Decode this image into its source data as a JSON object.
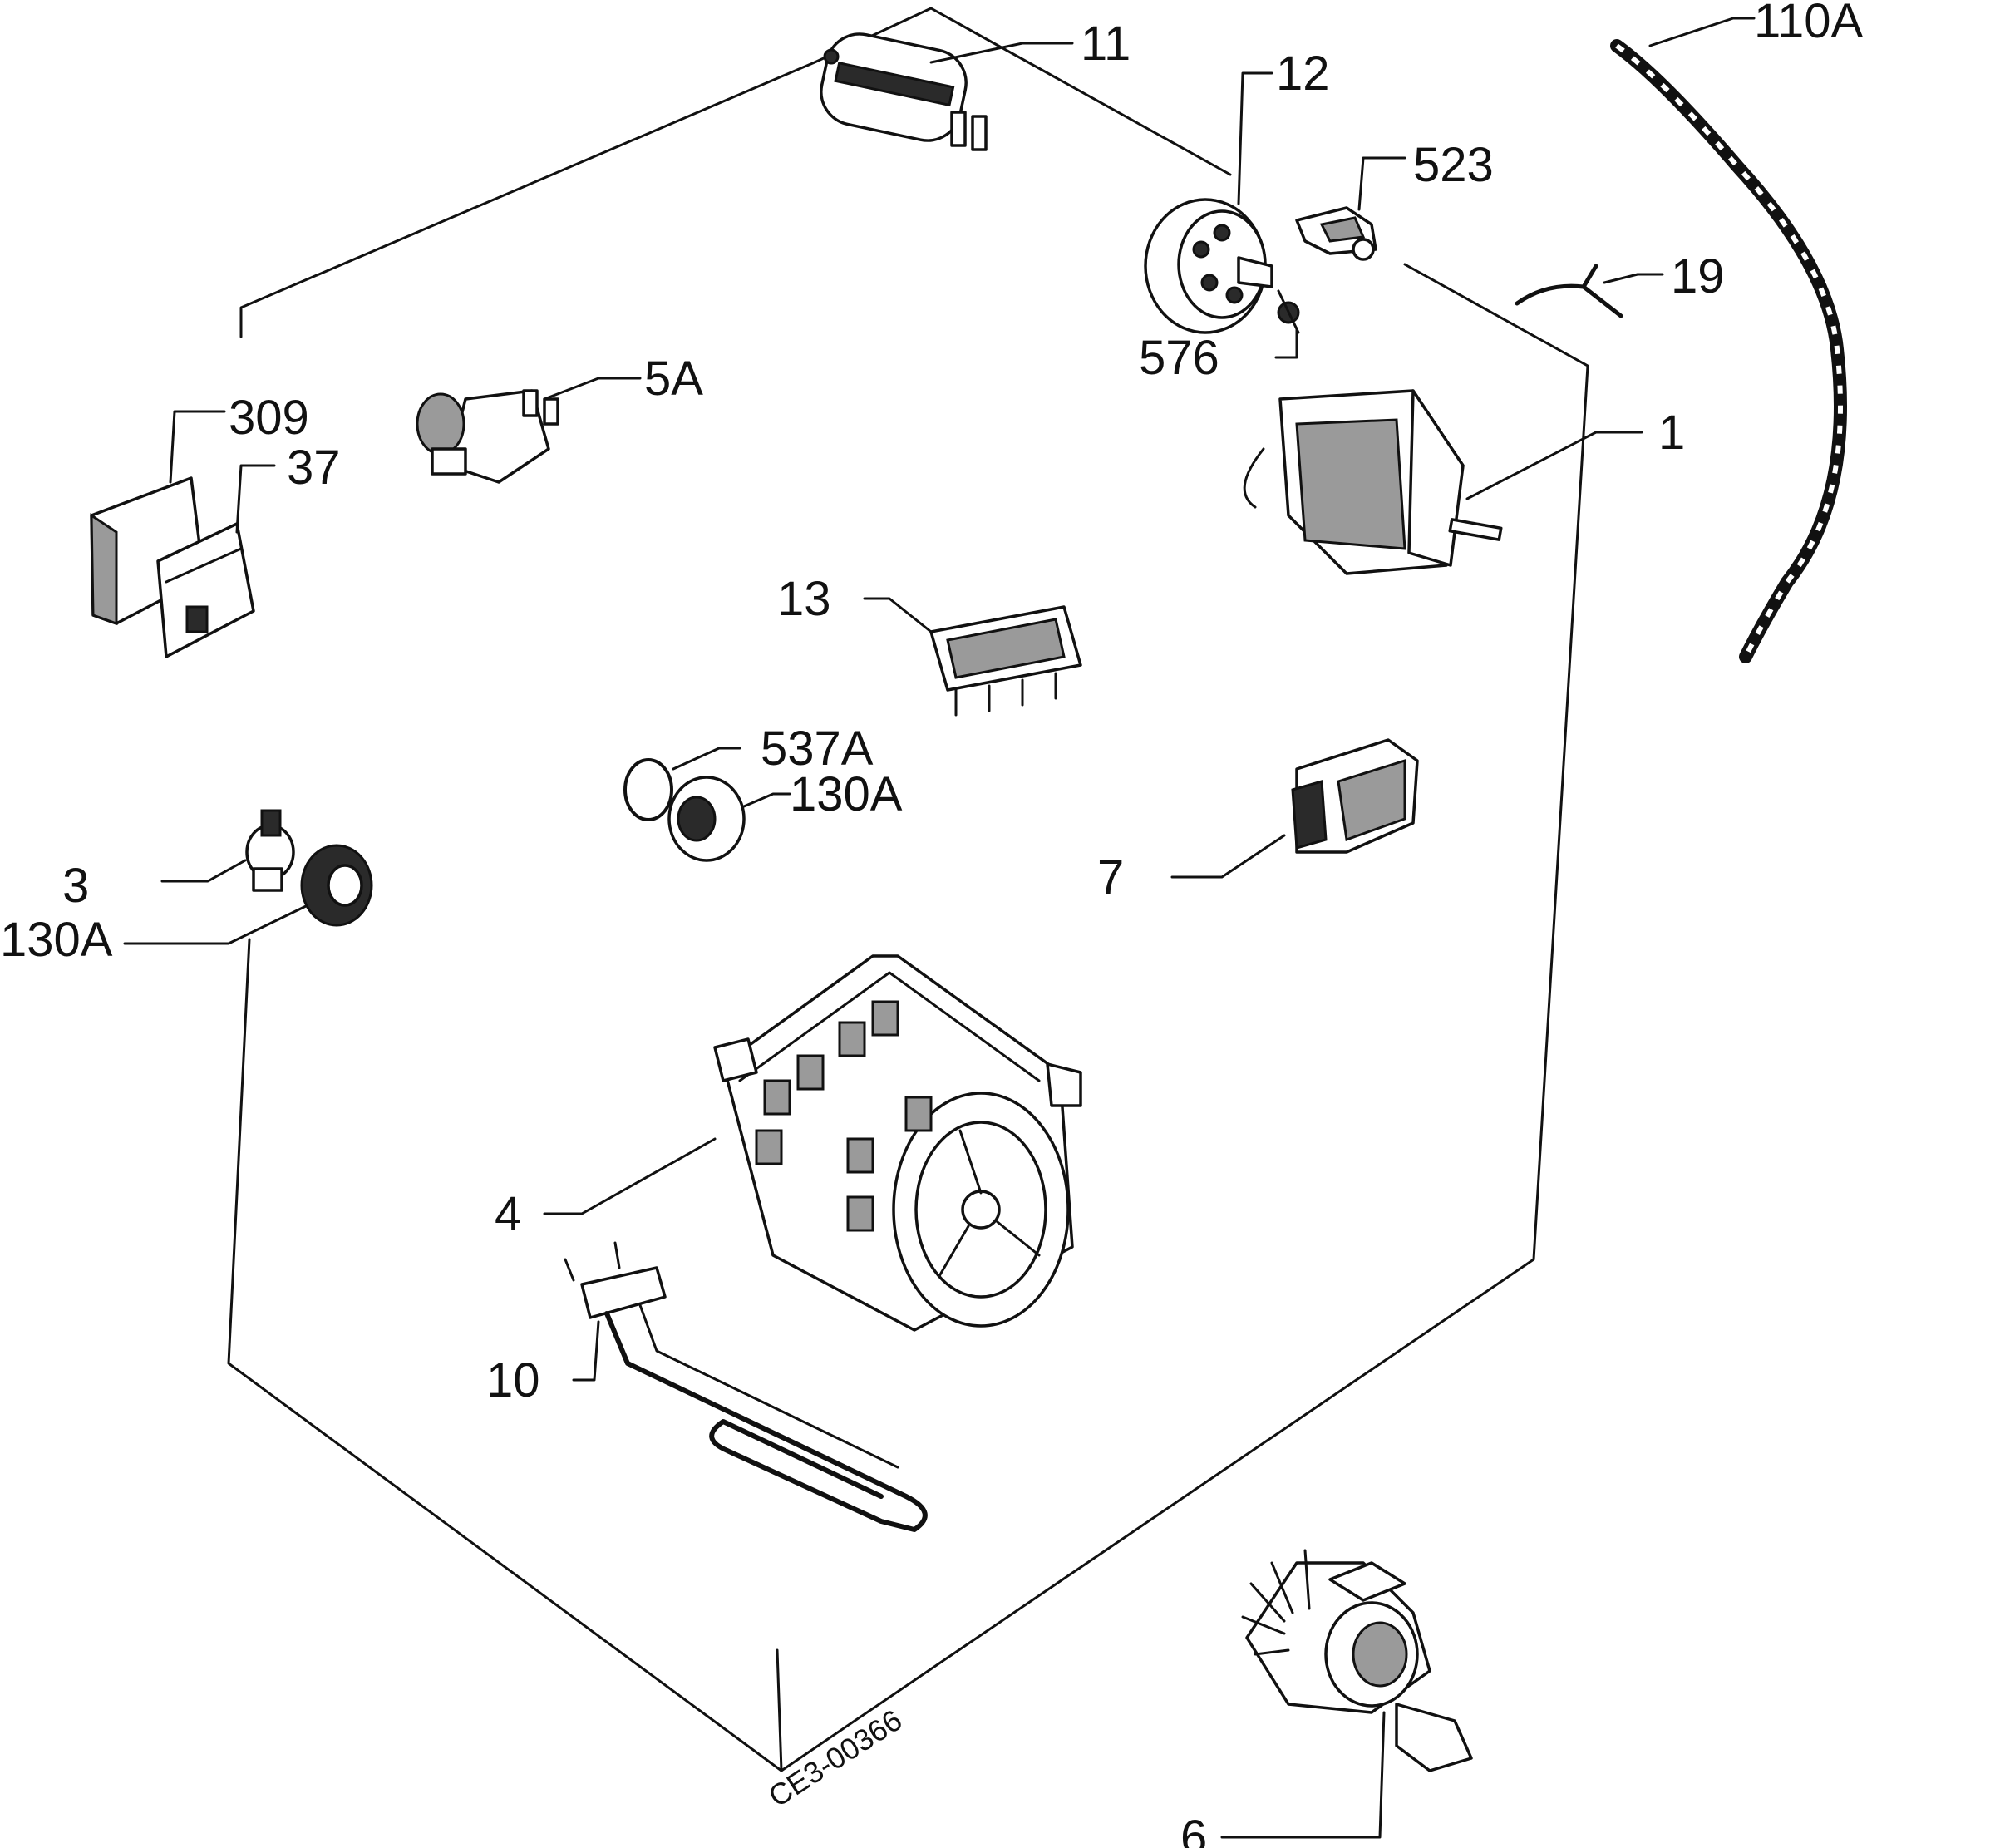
{
  "labels": {
    "p11": "11",
    "p110a": "110A",
    "p12": "12",
    "p523": "523",
    "p19": "19",
    "p576": "576",
    "p1": "1",
    "p5a": "5A",
    "p309": "309",
    "p37": "37",
    "p13": "13",
    "p537a": "537A",
    "p130a_center": "130A",
    "p7": "7",
    "p3": "3",
    "p130a_left": "130A",
    "p4": "4",
    "p10": "10",
    "p6": "6"
  },
  "drawing_code": "CE3-00366"
}
